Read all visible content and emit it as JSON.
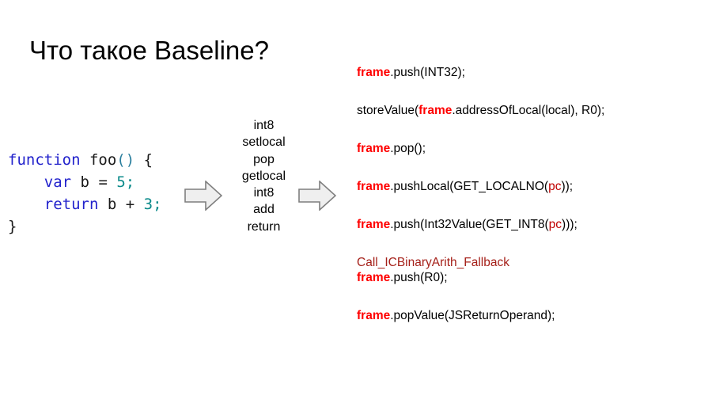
{
  "slide": {
    "title": "Что такое Baseline?"
  },
  "source_code": {
    "language": "javascript",
    "lines": [
      [
        {
          "t": "function",
          "c": "kw"
        },
        {
          "t": " ",
          "c": "plain"
        },
        {
          "t": "foo",
          "c": "name"
        },
        {
          "t": "()",
          "c": "paren"
        },
        {
          "t": " ",
          "c": "plain"
        },
        {
          "t": "{",
          "c": "punct"
        }
      ],
      [
        {
          "t": "    ",
          "c": "plain"
        },
        {
          "t": "var",
          "c": "kw"
        },
        {
          "t": " ",
          "c": "plain"
        },
        {
          "t": "b",
          "c": "name"
        },
        {
          "t": " ",
          "c": "plain"
        },
        {
          "t": "=",
          "c": "op"
        },
        {
          "t": " ",
          "c": "plain"
        },
        {
          "t": "5;",
          "c": "num"
        }
      ],
      [
        {
          "t": "    ",
          "c": "plain"
        },
        {
          "t": "return",
          "c": "kw"
        },
        {
          "t": " ",
          "c": "plain"
        },
        {
          "t": "b",
          "c": "name"
        },
        {
          "t": " ",
          "c": "plain"
        },
        {
          "t": "+",
          "c": "op"
        },
        {
          "t": " ",
          "c": "plain"
        },
        {
          "t": "3;",
          "c": "num"
        }
      ],
      [
        {
          "t": "}",
          "c": "punct"
        }
      ]
    ]
  },
  "bytecode": {
    "items": [
      "int8",
      "setlocal",
      "pop",
      "getlocal",
      "int8",
      "add",
      "return"
    ]
  },
  "arrows": [
    {
      "name": "arrow-source-to-bytecode"
    },
    {
      "name": "arrow-bytecode-to-baseline"
    }
  ],
  "baseline_code": {
    "groups": [
      {
        "lines": [
          [
            {
              "t": "frame",
              "c": "frame"
            },
            {
              "t": ".push(INT32);",
              "c": "plain"
            }
          ]
        ]
      },
      {
        "lines": [
          [
            {
              "t": "storeValue(",
              "c": "plain"
            },
            {
              "t": "frame",
              "c": "frame"
            },
            {
              "t": ".addressOfLocal(local), R0);",
              "c": "plain"
            }
          ]
        ]
      },
      {
        "lines": [
          [
            {
              "t": "frame",
              "c": "frame"
            },
            {
              "t": ".pop();",
              "c": "plain"
            }
          ]
        ]
      },
      {
        "lines": [
          [
            {
              "t": "frame",
              "c": "frame"
            },
            {
              "t": ".pushLocal(GET_LOCALNO(",
              "c": "plain"
            },
            {
              "t": "pc",
              "c": "pc"
            },
            {
              "t": "));",
              "c": "plain"
            }
          ]
        ]
      },
      {
        "lines": [
          [
            {
              "t": "frame",
              "c": "frame"
            },
            {
              "t": ".push(Int32Value(GET_INT8(",
              "c": "plain"
            },
            {
              "t": "pc",
              "c": "pc"
            },
            {
              "t": ")));",
              "c": "plain"
            }
          ]
        ]
      },
      {
        "lines": [
          [
            {
              "t": "Call_ICBinaryArith_Fallback",
              "c": "fallback"
            }
          ],
          [
            {
              "t": "frame",
              "c": "frame"
            },
            {
              "t": ".push(R0);",
              "c": "plain"
            }
          ]
        ]
      },
      {
        "lines": [
          [
            {
              "t": "frame",
              "c": "frame"
            },
            {
              "t": ".popValue(JSReturnOperand);",
              "c": "plain"
            }
          ]
        ]
      }
    ]
  },
  "colors": {
    "background": "#ffffff",
    "text": "#000000",
    "frame_red": "#ff0000",
    "pc_red": "#c00000",
    "fallback_red": "#a52019",
    "code_keyword": "#2222cc",
    "code_number": "#0b8a8a",
    "arrow_fill": "#efefef",
    "arrow_stroke": "#7f7f7f"
  }
}
